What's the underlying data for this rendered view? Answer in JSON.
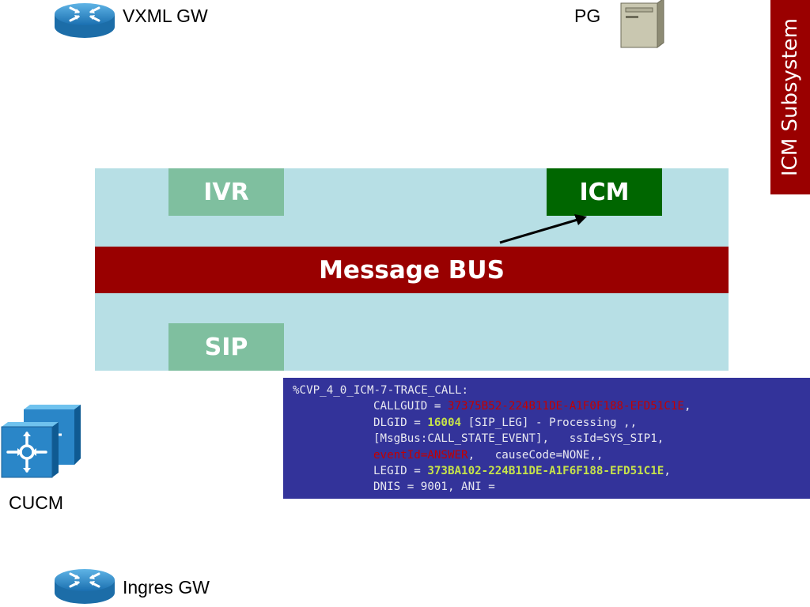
{
  "nodes": {
    "vxml_gw": "VXML GW",
    "pg": "PG",
    "cucm": "CUCM",
    "ingres_gw": "Ingres GW"
  },
  "subsystem_title": "ICM Subsystem",
  "components": {
    "ivr": "IVR",
    "icm": "ICM",
    "sip": "SIP",
    "message_bus": "Message BUS"
  },
  "colors": {
    "subsystem": "#9a0000",
    "panel": "#b7dfe5",
    "ivr": "#7fbf9f",
    "icm": "#006600",
    "sip": "#7fbf9f",
    "bus": "#990000",
    "trace_bg": "#33339a",
    "highlight_red": "#c40000",
    "highlight_green": "#c6e24a"
  },
  "trace": {
    "header": "%CVP_4_0_ICM-7-TRACE_CALL:",
    "callguid_label": "CALLGUID = ",
    "callguid_value": "37375B52-224B11DE-A1F0F188-EFD51C1E",
    "callguid_suffix": ",",
    "dlgid_label": "DLGID = ",
    "dlgid_value": "16004",
    "dlgid_suffix": " [SIP_LEG] - Processing ,,",
    "msgbus_line": "[MsgBus:CALL_STATE_EVENT],   ssId=SYS_SIP1,",
    "event_value": "eventId=ANSWER",
    "event_suffix": ",   causeCode=NONE,,",
    "legid_label": "LEGID = ",
    "legid_value": "373BA102-224B11DE-A1F6F188-EFD51C1E",
    "legid_suffix": ",",
    "dnis_line": "DNIS = 9001, ANI ="
  }
}
